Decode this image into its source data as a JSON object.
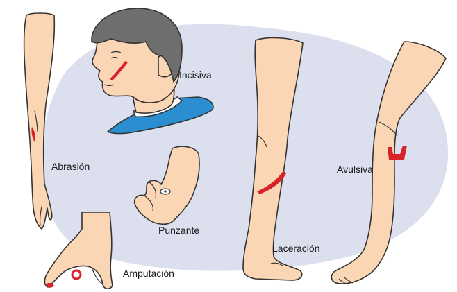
{
  "labels": {
    "incisiva": "Incisiva",
    "abrasion": "Abrasión",
    "punzante": "Punzante",
    "amputacion": "Amputación",
    "laceracion": "Laceración",
    "avulsiva": "Avulsiva"
  },
  "colors": {
    "background_blob": "#dcdfee",
    "skin": "#fbd6b4",
    "outline": "#333333",
    "wound": "#d8232a",
    "hair": "#6e6e6e",
    "shirt": "#2a8ed0"
  }
}
